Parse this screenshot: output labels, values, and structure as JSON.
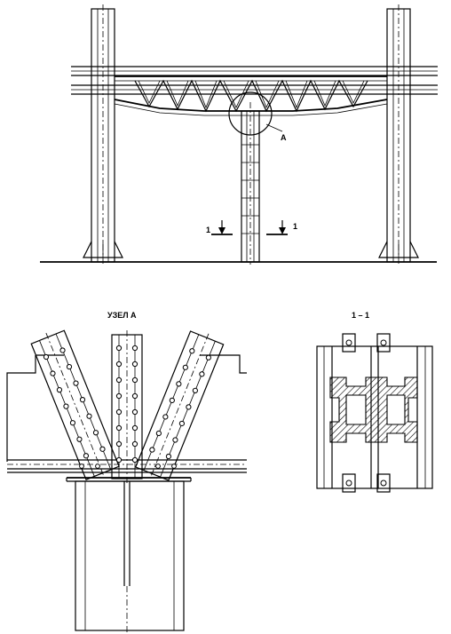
{
  "labels": {
    "node_marker": "A",
    "section_left": "1",
    "section_right": "1",
    "node_title": "УЗЕЛ А",
    "section_title": "1 – 1"
  }
}
